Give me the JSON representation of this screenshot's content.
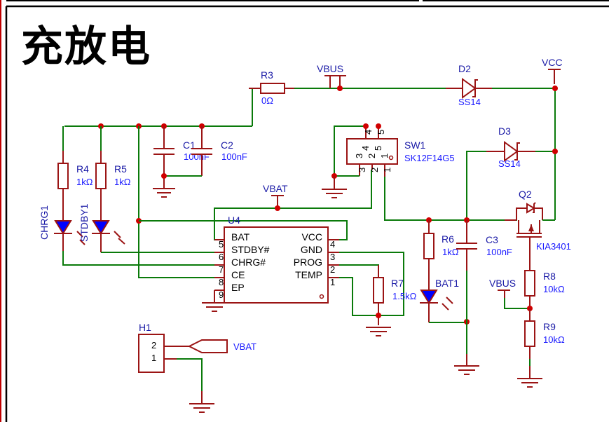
{
  "sheet_title": "充放电",
  "colors": {
    "wire": "#0a7a0a",
    "component": "#9b1414",
    "junction": "#d00000",
    "label": "#1a1aff",
    "led_fill": "#0000ff"
  },
  "nets": {
    "vbus": "VBUS",
    "vcc": "VCC",
    "vbat": "VBAT"
  },
  "components": {
    "r3": {
      "ref": "R3",
      "value": "0Ω"
    },
    "d2": {
      "ref": "D2",
      "value": "SS14"
    },
    "d3": {
      "ref": "D3",
      "value": "SS14"
    },
    "c1": {
      "ref": "C1",
      "value": "100nF"
    },
    "c2": {
      "ref": "C2",
      "value": "100nF"
    },
    "c3": {
      "ref": "C3",
      "value": "100nF"
    },
    "r4": {
      "ref": "R4",
      "value": "1kΩ"
    },
    "r5": {
      "ref": "R5",
      "value": "1kΩ"
    },
    "r6": {
      "ref": "R6",
      "value": "1kΩ"
    },
    "r7": {
      "ref": "R7",
      "value": "1.5kΩ"
    },
    "r8": {
      "ref": "R8",
      "value": "10kΩ"
    },
    "r9": {
      "ref": "R9",
      "value": "10kΩ"
    },
    "chrg1": {
      "ref": "CHRG1"
    },
    "stdby1": {
      "ref": "STDBY1"
    },
    "bat1": {
      "ref": "BAT1"
    },
    "sw1": {
      "ref": "SW1",
      "value": "SK12F14G5",
      "pins_top": [
        "4",
        "5"
      ],
      "pins_inner_top": [
        "3",
        "4",
        "2",
        "5",
        "1"
      ],
      "pins_bottom": [
        "3",
        "2",
        "1"
      ]
    },
    "q2": {
      "ref": "Q2",
      "value": "KIA3401"
    },
    "h1": {
      "ref": "H1",
      "pins": [
        "2",
        "1"
      ]
    },
    "u4": {
      "ref": "U4",
      "left_pins": [
        {
          "num": "5",
          "name": "BAT"
        },
        {
          "num": "6",
          "name": "STDBY#"
        },
        {
          "num": "7",
          "name": "CHRG#"
        },
        {
          "num": "8",
          "name": "CE"
        },
        {
          "num": "9",
          "name": "EP"
        }
      ],
      "right_pins": [
        {
          "num": "4",
          "name": "VCC"
        },
        {
          "num": "3",
          "name": "GND"
        },
        {
          "num": "2",
          "name": "PROG"
        },
        {
          "num": "1",
          "name": "TEMP"
        }
      ]
    }
  }
}
